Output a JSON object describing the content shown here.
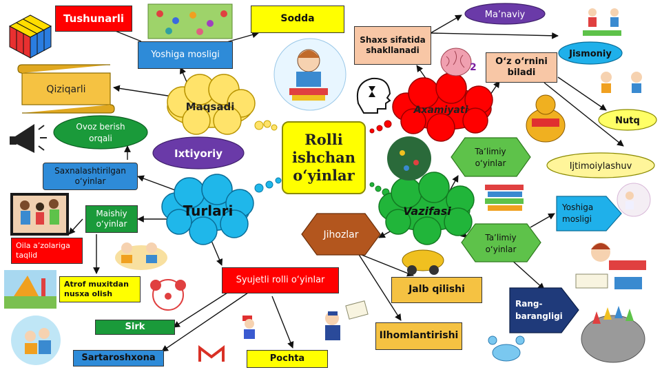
{
  "center": {
    "line1": "Rolli",
    "line2": "ishchan",
    "line3": "o‘yinlar"
  },
  "branches": {
    "maqsadi": "Maqsadi",
    "axamiyati": "Axamiyati",
    "turlari": "Turlari",
    "vazifasi": "Vazifasi"
  },
  "nodes": {
    "tushunarli": "Tushunarli",
    "sodda": "Sodda",
    "yoshiga_mosligi_top": "Yoshiga mosligi",
    "qiziqarli": "Qiziqarli",
    "ovoz_berish": {
      "line1": "Ovoz berish",
      "line2": "orqali"
    },
    "ixtiyoriy": "Ixtiyoriy",
    "saxnalashtirilgan": {
      "line1": "Saxnalashtirilgan",
      "line2": "o‘yinlar"
    },
    "maishiy": {
      "line1": "Maishiy",
      "line2": "o‘yinlar"
    },
    "oila": {
      "line1": "Oila a’zolariga",
      "line2": "taqlid"
    },
    "atrof": {
      "line1": "Atrof muxitdan",
      "line2": "nusxa olish"
    },
    "syujetli": "Syujetli rolli o‘yinlar",
    "sirk": "Sirk",
    "sartaroshxona": "Sartaroshxona",
    "pochta": "Pochta",
    "jihozlar": "Jihozlar",
    "jalb_qilishi": "Jalb qilishi",
    "ilhomlantirishi": "Ilhomlantirishi",
    "shaxs": {
      "line1": "Shaxs sifatida",
      "line2": "shakllanadi"
    },
    "manaviy": "Ma’naviy",
    "jismoniy": "Jismoniy",
    "oz_ornini": {
      "line1": "O‘z o‘rnini",
      "line2": "biladi"
    },
    "nutq": "Nutq",
    "ijtimoiy": "Ijtimoiylashuv",
    "talimiy_top": {
      "line1": "Ta’limiy",
      "line2": "o‘yinlar"
    },
    "talimiy_bottom": {
      "line1": "Ta’limiy",
      "line2": "o‘yinlar"
    },
    "yoshiga_mosligi_right": {
      "line1": "Yoshiga",
      "line2": "mosligi"
    },
    "rang": {
      "line1": "Rang-",
      "line2": "barangligi"
    }
  },
  "colors": {
    "red": "#ff0000",
    "yellow": "#ffff00",
    "blue": "#2e8bd8",
    "green": "#1a9a3a",
    "purple": "#6a3aa8",
    "orange_light": "#f8c7a6",
    "gold": "#f5c242",
    "navy": "#1f3a7a",
    "cloud_yellow": "#ffe36a",
    "cloud_red": "#ff0000",
    "cloud_cyan": "#1fb7ea",
    "cloud_green": "#21b53a",
    "hex_brown": "#b3561e",
    "hex_green": "#5ec24a",
    "light_blue": "#1fb0ea"
  }
}
